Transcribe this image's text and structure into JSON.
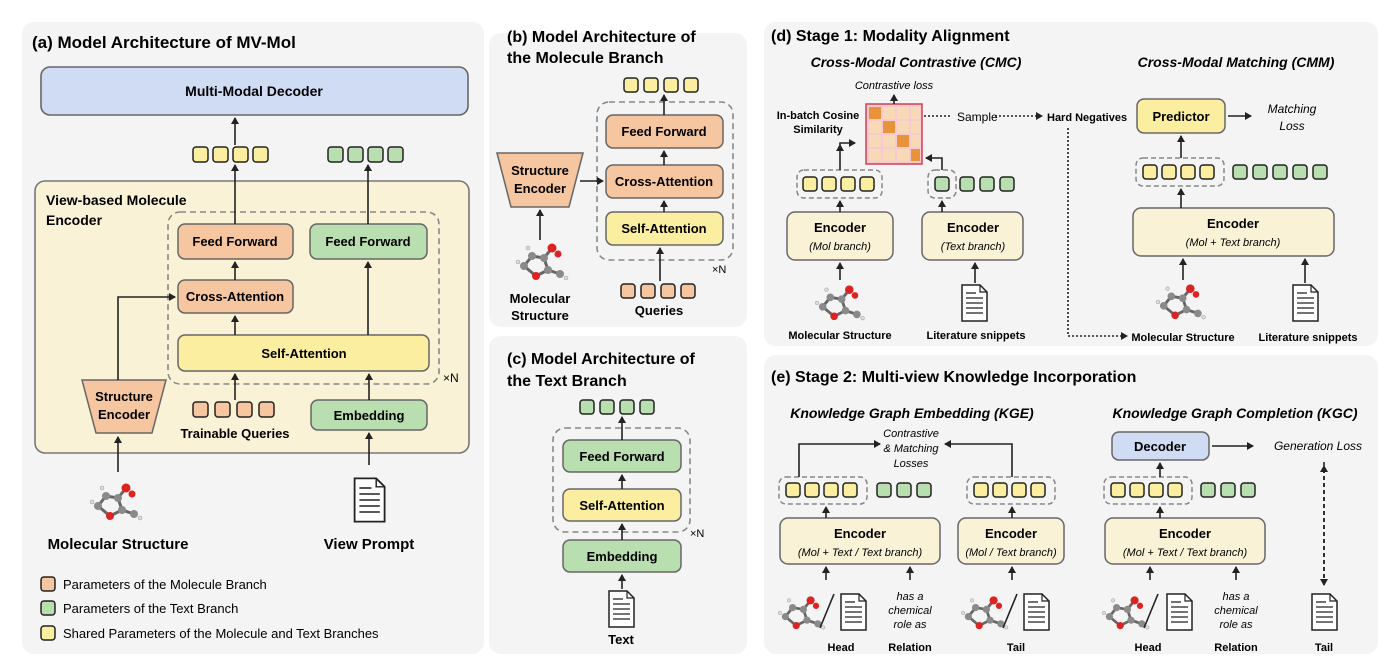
{
  "panel_a": {
    "title": "(a) Model Architecture of MV-Mol",
    "decoder": "Multi-Modal Decoder",
    "encoder_title_line1": "View-based Molecule",
    "encoder_title_line2": "Encoder",
    "feed_forward_mol": "Feed Forward",
    "feed_forward_text": "Feed Forward",
    "cross_attention": "Cross-Attention",
    "self_attention": "Self-Attention",
    "structure_encoder_line1": "Structure",
    "structure_encoder_line2": "Encoder",
    "trainable_queries": "Trainable Queries",
    "embedding": "Embedding",
    "repeat": "×N",
    "molecular_structure": "Molecular Structure",
    "view_prompt": "View Prompt"
  },
  "legend": {
    "items": [
      {
        "label": "Parameters of the Molecule Branch",
        "color": "#f5c6a0"
      },
      {
        "label": "Parameters of the Text Branch",
        "color": "#b9dfb0"
      },
      {
        "label": "Shared Parameters of the Molecule and Text Branches",
        "color": "#fbeea0"
      }
    ]
  },
  "panel_b": {
    "title_line1": "(b) Model Architecture of",
    "title_line2": "the Molecule Branch",
    "feed_forward": "Feed Forward",
    "cross_attention": "Cross-Attention",
    "self_attention": "Self-Attention",
    "structure_encoder_line1": "Structure",
    "structure_encoder_line2": "Encoder",
    "repeat": "×N",
    "molecular_structure_line1": "Molecular",
    "molecular_structure_line2": "Structure",
    "queries": "Queries"
  },
  "panel_c": {
    "title_line1": "(c) Model Architecture of",
    "title_line2": "the Text Branch",
    "feed_forward": "Feed Forward",
    "self_attention": "Self-Attention",
    "embedding": "Embedding",
    "repeat": "×N",
    "text": "Text"
  },
  "panel_d": {
    "title": "(d) Stage 1: Modality Alignment",
    "cmc_title": "Cross-Modal Contrastive (CMC)",
    "cmm_title": "Cross-Modal Matching (CMM)",
    "contrastive_loss": "Contrastive loss",
    "cosine_line1": "In-batch Cosine",
    "cosine_line2": "Similarity",
    "sample": "Sample",
    "hard_negatives": "Hard Negatives",
    "encoder_mol": "Encoder",
    "encoder_mol_sub": "(Mol branch)",
    "encoder_text": "Encoder",
    "encoder_text_sub": "(Text branch)",
    "molecular_structure": "Molecular Structure",
    "literature_snippets": "Literature snippets",
    "predictor": "Predictor",
    "matching_loss_line1": "Matching",
    "matching_loss_line2": "Loss",
    "encoder_joint": "Encoder",
    "encoder_joint_sub": "(Mol + Text branch)",
    "molecular_structure_2": "Molecular Structure",
    "literature_snippets_2": "Literature snippets"
  },
  "panel_e": {
    "title": "(e) Stage 2: Multi-view Knowledge Incorporation",
    "kge_title": "Knowledge Graph Embedding (KGE)",
    "kgc_title": "Knowledge Graph Completion (KGC)",
    "losses_line1": "Contrastive",
    "losses_line2": "& Matching",
    "losses_line3": "Losses",
    "encoder_head": "Encoder",
    "encoder_head_sub": "(Mol + Text / Text branch)",
    "encoder_tail": "Encoder",
    "encoder_tail_sub": "(Mol / Text branch)",
    "relation_line1": "has a",
    "relation_line2": "chemical",
    "relation_line3": "role as",
    "head": "Head",
    "relation": "Relation",
    "tail": "Tail",
    "decoder": "Decoder",
    "generation_loss": "Generation Loss",
    "encoder_kgc": "Encoder",
    "encoder_kgc_sub": "(Mol + Text / Text branch)",
    "relation2_line1": "has a",
    "relation2_line2": "chemical",
    "relation2_line3": "role as",
    "head2": "Head",
    "relation2": "Relation",
    "tail2": "Tail"
  },
  "colors": {
    "mol": "#f5c6a0",
    "text": "#b9dfb0",
    "shared": "#fbeea0",
    "decoder": "#cfdcf3",
    "panel_bg": "#f4f4f4",
    "encoder_bg": "#faf2d6"
  }
}
